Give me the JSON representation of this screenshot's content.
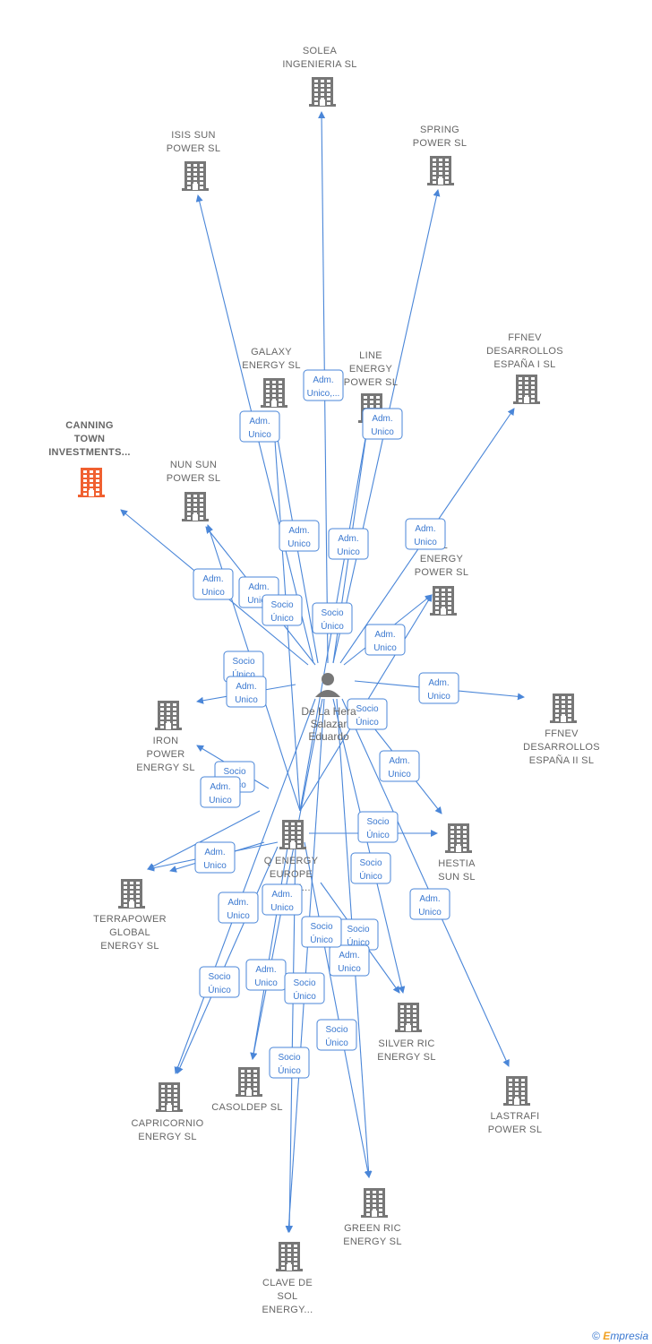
{
  "person": {
    "lines": [
      "De La Hera",
      "Salazar",
      "Eduardo"
    ]
  },
  "companies": [
    {
      "id": "solea",
      "lines": [
        "SOLEA",
        "INGENIERIA SL"
      ],
      "color": "#777777"
    },
    {
      "id": "isis",
      "lines": [
        "ISIS SUN",
        "POWER SL"
      ],
      "color": "#777777"
    },
    {
      "id": "spring",
      "lines": [
        "SPRING",
        "POWER SL"
      ],
      "color": "#777777"
    },
    {
      "id": "ffnev1",
      "lines": [
        "FFNEV",
        "DESARROLLOS",
        "ESPAÑA I SL"
      ],
      "color": "#777777"
    },
    {
      "id": "galaxy",
      "lines": [
        "GALAXY",
        "ENERGY SL"
      ],
      "color": "#777777"
    },
    {
      "id": "line",
      "lines": [
        "LINE",
        "ENERGY",
        "POWER SL"
      ],
      "color": "#777777"
    },
    {
      "id": "canning",
      "lines": [
        "CANNING",
        "TOWN",
        "INVESTMENTS..."
      ],
      "color": "#f06030",
      "bold": true
    },
    {
      "id": "nunsun",
      "lines": [
        "NUN SUN",
        "POWER SL"
      ],
      "color": "#777777"
    },
    {
      "id": "al",
      "lines": [
        "AL",
        "ENERGY",
        "POWER SL"
      ],
      "color": "#777777"
    },
    {
      "id": "iron",
      "lines": [
        "IRON",
        "POWER",
        "ENERGY SL"
      ],
      "color": "#777777"
    },
    {
      "id": "ffnev2",
      "lines": [
        "FFNEV",
        "DESARROLLOS",
        "ESPAÑA II SL"
      ],
      "color": "#777777"
    },
    {
      "id": "qenergy",
      "lines": [
        "Q ENERGY",
        "EUROPE",
        "SPAIN..."
      ],
      "color": "#777777"
    },
    {
      "id": "hestia",
      "lines": [
        "HESTIA",
        "SUN SL"
      ],
      "color": "#777777"
    },
    {
      "id": "terrapower",
      "lines": [
        "TERRAPOWER",
        "GLOBAL",
        "ENERGY SL"
      ],
      "color": "#777777"
    },
    {
      "id": "silverric",
      "lines": [
        "SILVER RIC",
        "ENERGY SL"
      ],
      "color": "#777777"
    },
    {
      "id": "lastrafi",
      "lines": [
        "LASTRAFI",
        "POWER SL"
      ],
      "color": "#777777"
    },
    {
      "id": "casoldep",
      "lines": [
        "CASOLDEP SL"
      ],
      "color": "#777777"
    },
    {
      "id": "capricornio",
      "lines": [
        "CAPRICORNIO",
        "ENERGY SL"
      ],
      "color": "#777777"
    },
    {
      "id": "greenric",
      "lines": [
        "GREEN RIC",
        "ENERGY SL"
      ],
      "color": "#777777"
    },
    {
      "id": "clavedesol",
      "lines": [
        "CLAVE DE",
        "SOL",
        "ENERGY..."
      ],
      "color": "#777777"
    }
  ],
  "edge_labels": [
    {
      "lines": [
        "Adm.",
        "Unico,..."
      ]
    },
    {
      "lines": [
        "Adm.",
        "Unico"
      ]
    },
    {
      "lines": [
        "Adm.",
        "Unico"
      ]
    },
    {
      "lines": [
        "Adm.",
        "Unico"
      ]
    },
    {
      "lines": [
        "Adm.",
        "Unico"
      ]
    },
    {
      "lines": [
        "Adm.",
        "Unico"
      ]
    },
    {
      "lines": [
        "Adm.",
        "Unico"
      ]
    },
    {
      "lines": [
        "Adm.",
        "Unico"
      ]
    },
    {
      "lines": [
        "Socio",
        "Único"
      ]
    },
    {
      "lines": [
        "Socio",
        "Único"
      ]
    },
    {
      "lines": [
        "Adm.",
        "Unico"
      ]
    },
    {
      "lines": [
        "Socio",
        "Único"
      ]
    },
    {
      "lines": [
        "Adm.",
        "Unico"
      ]
    },
    {
      "lines": [
        "Adm.",
        "Unico"
      ]
    },
    {
      "lines": [
        "Socio",
        "Único"
      ]
    },
    {
      "lines": [
        "Adm.",
        "Unico"
      ]
    },
    {
      "lines": [
        "Socio",
        "Único"
      ]
    },
    {
      "lines": [
        "Adm.",
        "Unico"
      ]
    },
    {
      "lines": [
        "Socio",
        "Único"
      ]
    },
    {
      "lines": [
        "Adm.",
        "Unico"
      ]
    },
    {
      "lines": [
        "Socio",
        "Único"
      ]
    },
    {
      "lines": [
        "Adm.",
        "Unico"
      ]
    },
    {
      "lines": [
        "Adm.",
        "Unico"
      ]
    },
    {
      "lines": [
        "Socio",
        "Único"
      ]
    },
    {
      "lines": [
        "Adm.",
        "Unico"
      ]
    },
    {
      "lines": [
        "Socio",
        "Único"
      ]
    },
    {
      "lines": [
        "Adm.",
        "Unico"
      ]
    },
    {
      "lines": [
        "Socio",
        "Único"
      ]
    },
    {
      "lines": [
        "Adm.",
        "Unico"
      ]
    },
    {
      "lines": [
        "Socio",
        "Único"
      ]
    },
    {
      "lines": [
        "Socio",
        "Único"
      ]
    },
    {
      "lines": [
        "Socio",
        "Único"
      ]
    }
  ],
  "footer": {
    "copyright": "©",
    "brand_initial": "E",
    "brand_rest": "mpresia"
  }
}
